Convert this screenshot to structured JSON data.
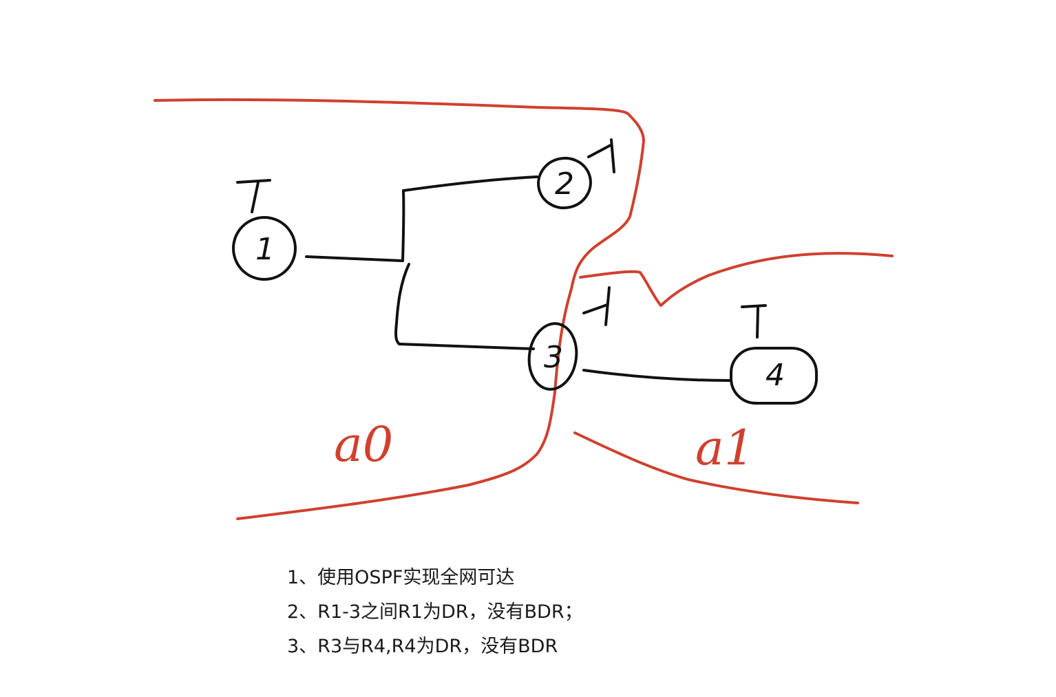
{
  "colors": {
    "ink": "#111111",
    "area_boundary": "#d0402e"
  },
  "nodes": [
    {
      "id": "r1",
      "label": "1"
    },
    {
      "id": "r2",
      "label": "2"
    },
    {
      "id": "r3",
      "label": "3"
    },
    {
      "id": "r4",
      "label": "4"
    }
  ],
  "links": [
    {
      "from": "r1",
      "to": "r2"
    },
    {
      "from": "r1",
      "to": "r3"
    },
    {
      "from": "r3",
      "to": "r4"
    }
  ],
  "areas": [
    {
      "id": "area0",
      "label": "a0"
    },
    {
      "id": "area1",
      "label": "a1"
    }
  ],
  "tasks": [
    "1、使用OSPF实现全网可达",
    "2、R1-3之间R1为DR，没有BDR；",
    "3、R3与R4,R4为DR，没有BDR"
  ]
}
